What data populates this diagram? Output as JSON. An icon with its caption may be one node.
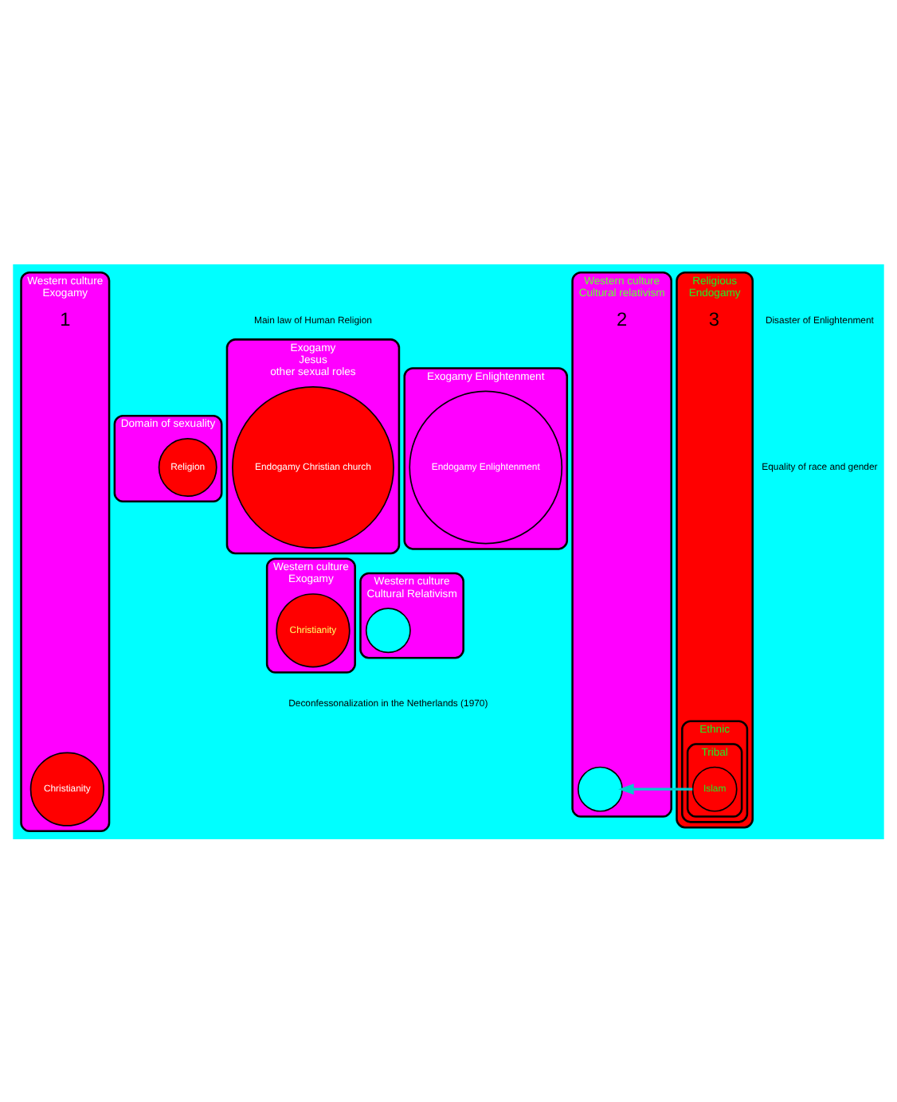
{
  "diagram": {
    "nodes": [
      {
        "text": [
          "Domain of sexuality"
        ]
      },
      {
        "text": [
          "Religion"
        ],
        "in": 0
      },
      {
        "text": [
          "Exogamy",
          "Jesus",
          "other sexual roles"
        ]
      },
      {
        "text": [
          "Endogamy Christian church"
        ],
        "in": 2
      },
      {
        "text": [
          "Exogamy Enlightenment"
        ]
      },
      {
        "text": [
          "Endogamy Enlightenment"
        ],
        "in": 4
      },
      {
        "text": [
          "Western culture",
          "Exogamy"
        ]
      },
      {
        "text": [
          "Christianity"
        ],
        "in": 6
      },
      {
        "text": [
          "Western culture",
          "Cultural Relativism"
        ]
      },
      {
        "text": [],
        "shape": "circle",
        "in": 8
      },
      {
        "text": [
          "Western culture",
          "Exogamy"
        ],
        "beside": [
          "1"
        ]
      },
      {
        "text": [
          "Christianity"
        ],
        "in": 10
      },
      {
        "text": [
          "Western culture",
          "Cultural relativism"
        ],
        "beside": [
          "2"
        ]
      },
      {
        "text": [],
        "shape": "circle",
        "in": 12
      },
      {
        "text": [
          "Religious",
          "Endogamy"
        ],
        "beside": [
          "3"
        ]
      },
      {
        "text": [
          "Ethnic"
        ],
        "in": 14
      },
      {
        "text": [
          "Tribal"
        ],
        "in": 15
      },
      {
        "text": [
          "Islam"
        ],
        "in": 16
      }
    ],
    "edges": [
      {
        "from": 17,
        "to": 13,
        "arrow": "to"
      }
    ],
    "labels": [
      "Main law of Human Religion",
      "Disaster of Enlightenment",
      "Equality of race and gender",
      "Deconfessonalization in the Netherlands (1970)"
    ]
  }
}
